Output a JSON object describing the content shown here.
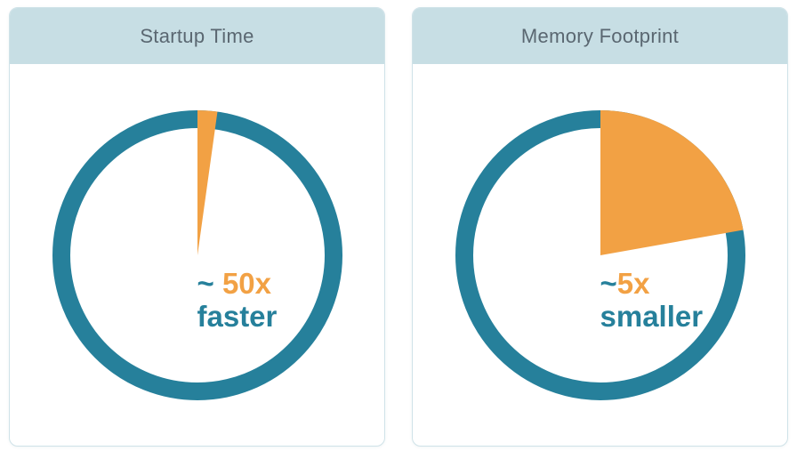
{
  "colors": {
    "teal": "#26809b",
    "orange": "#f2a144",
    "header_bg": "#c7dee4",
    "header_text": "#5a6771",
    "card_border": "#cfe2e8",
    "page_bg": "#ffffff"
  },
  "chart_data": [
    {
      "type": "pie",
      "title": "Startup Time",
      "start_angle_deg": 0,
      "direction": "clockwise",
      "legend": "none",
      "slices": [
        {
          "name": "highlight",
          "fraction": 0.022,
          "color": "orange",
          "render": "sector"
        },
        {
          "name": "remainder",
          "fraction": 0.978,
          "color": "teal",
          "render": "ring"
        }
      ],
      "label": {
        "approx": "~ ",
        "value": "50x",
        "word": "faster"
      }
    },
    {
      "type": "pie",
      "title": "Memory Footprint",
      "start_angle_deg": 0,
      "direction": "clockwise",
      "legend": "none",
      "slices": [
        {
          "name": "highlight",
          "fraction": 0.222,
          "color": "orange",
          "render": "sector"
        },
        {
          "name": "remainder",
          "fraction": 0.778,
          "color": "teal",
          "render": "ring"
        }
      ],
      "label": {
        "approx": "~",
        "value": "5x",
        "word": "smaller"
      }
    }
  ]
}
